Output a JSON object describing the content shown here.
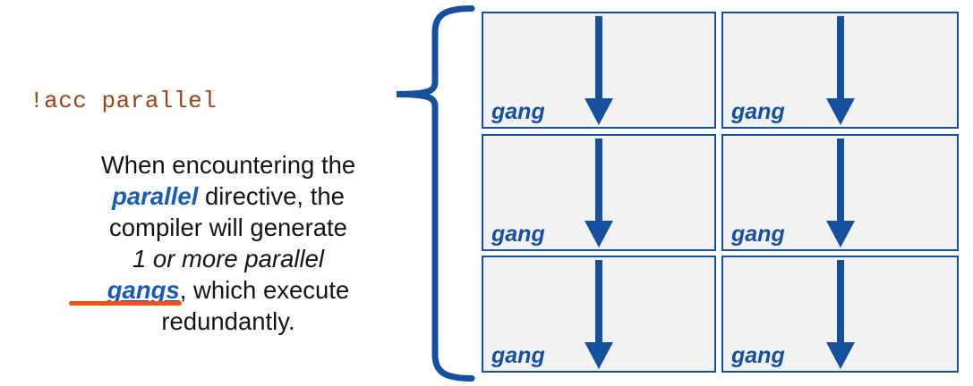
{
  "code_label": {
    "text": "!acc parallel"
  },
  "paragraph": {
    "l1": "When encountering the",
    "l2_em": "parallel",
    "l2_rest": " directive, the",
    "l3": "compiler will generate",
    "l4": "1 or more parallel",
    "l5_em": "gangs",
    "l5_rest": ", which execute",
    "l6": "redundantly."
  },
  "diagram": {
    "brace_icon": "left-curly-brace",
    "boxes": [
      {
        "label": "gang"
      },
      {
        "label": "gang"
      },
      {
        "label": "gang"
      },
      {
        "label": "gang"
      },
      {
        "label": "gang"
      },
      {
        "label": "gang"
      }
    ],
    "arrow_icon": "down-arrow-icon"
  },
  "colors": {
    "diagram_blue": "#164F9C",
    "text_blue": "#1A5BB4",
    "code_brown": "#9A4519",
    "underline_orange": "#ED5414",
    "box_fill": "#F2F2F2",
    "body_text": "#141414"
  }
}
